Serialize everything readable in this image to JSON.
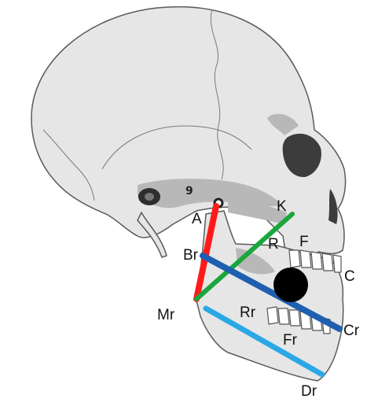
{
  "labels": {
    "A": "A",
    "K": "K",
    "R": "R",
    "F": "F",
    "Br": "Br",
    "C": "C",
    "Mr": "Mr",
    "Rr": "Rr",
    "Cr": "Cr",
    "Fr": "Fr",
    "Dr": "Dr"
  },
  "colors": {
    "line_A_Mr": "#ff1a1a",
    "line_K_Mr": "#1aa63c",
    "line_Br_Cr": "#1f5fb0",
    "line_Mr_Dr": "#2aa8e6",
    "marker": "#000000"
  }
}
